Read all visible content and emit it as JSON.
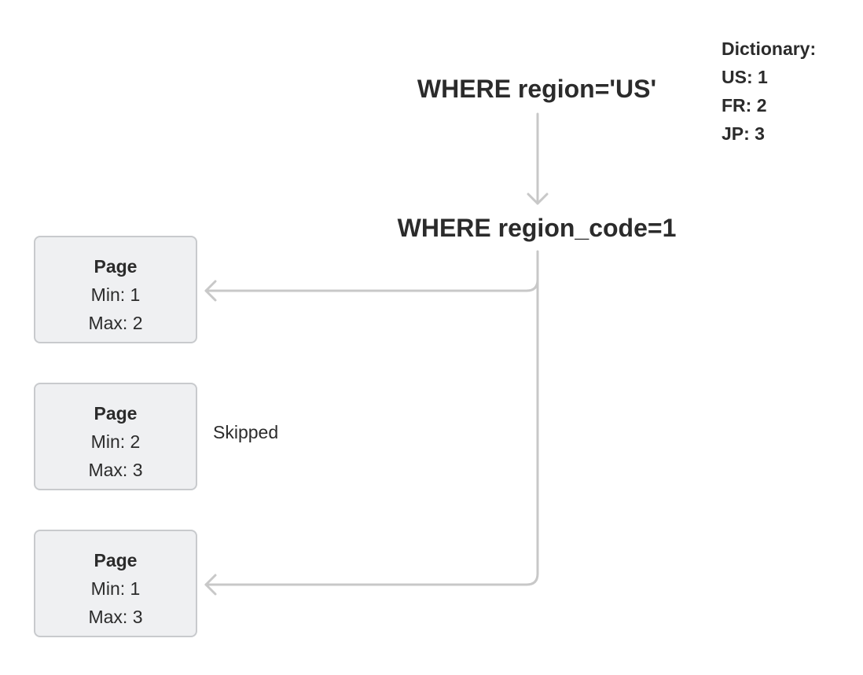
{
  "dictionary": {
    "title": "Dictionary:",
    "entries": [
      "US: 1",
      "FR: 2",
      "JP: 3"
    ]
  },
  "queries": {
    "original": "WHERE region='US'",
    "encoded": "WHERE region_code=1"
  },
  "pages": [
    {
      "title": "Page",
      "min": "Min: 1",
      "max": "Max: 2"
    },
    {
      "title": "Page",
      "min": "Min: 2",
      "max": "Max: 3"
    },
    {
      "title": "Page",
      "min": "Min: 1",
      "max": "Max: 3"
    }
  ],
  "skipped_label": "Skipped",
  "colors": {
    "arrow": "#c8c8c8",
    "box_fill": "#eff0f2",
    "box_border": "#c8cacd",
    "text": "#2b2b2b"
  }
}
